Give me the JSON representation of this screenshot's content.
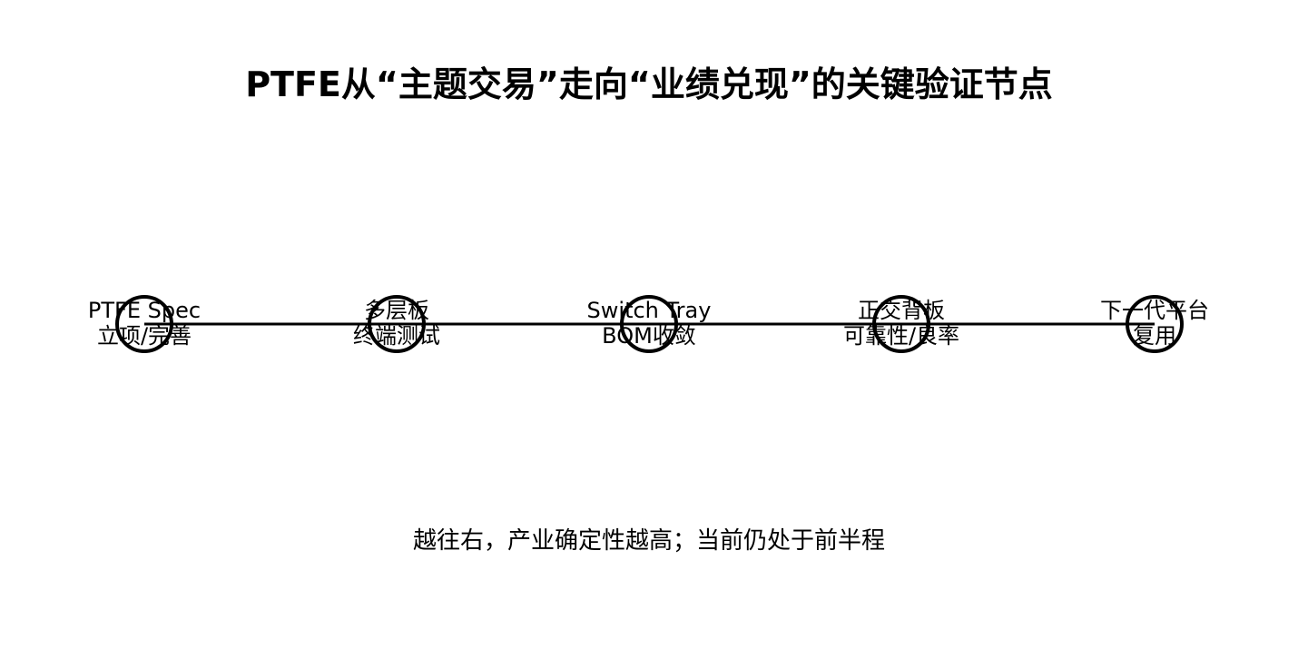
{
  "title": "PTFE从“主题交易”走向“业绩兑现”的关键验证节点",
  "nodes": [
    {
      "line1": "PTFE Spec",
      "line2": "立项/完善"
    },
    {
      "line1": "多层板",
      "line2": "终端测试"
    },
    {
      "line1": "Switch Tray",
      "line2": "BOM收敛"
    },
    {
      "line1": "正交背板",
      "line2": "可靠性/良率"
    },
    {
      "line1": "下一代平台",
      "line2": "复用"
    }
  ],
  "caption": "越往右，产业确定性越高；当前仍处于前半程"
}
